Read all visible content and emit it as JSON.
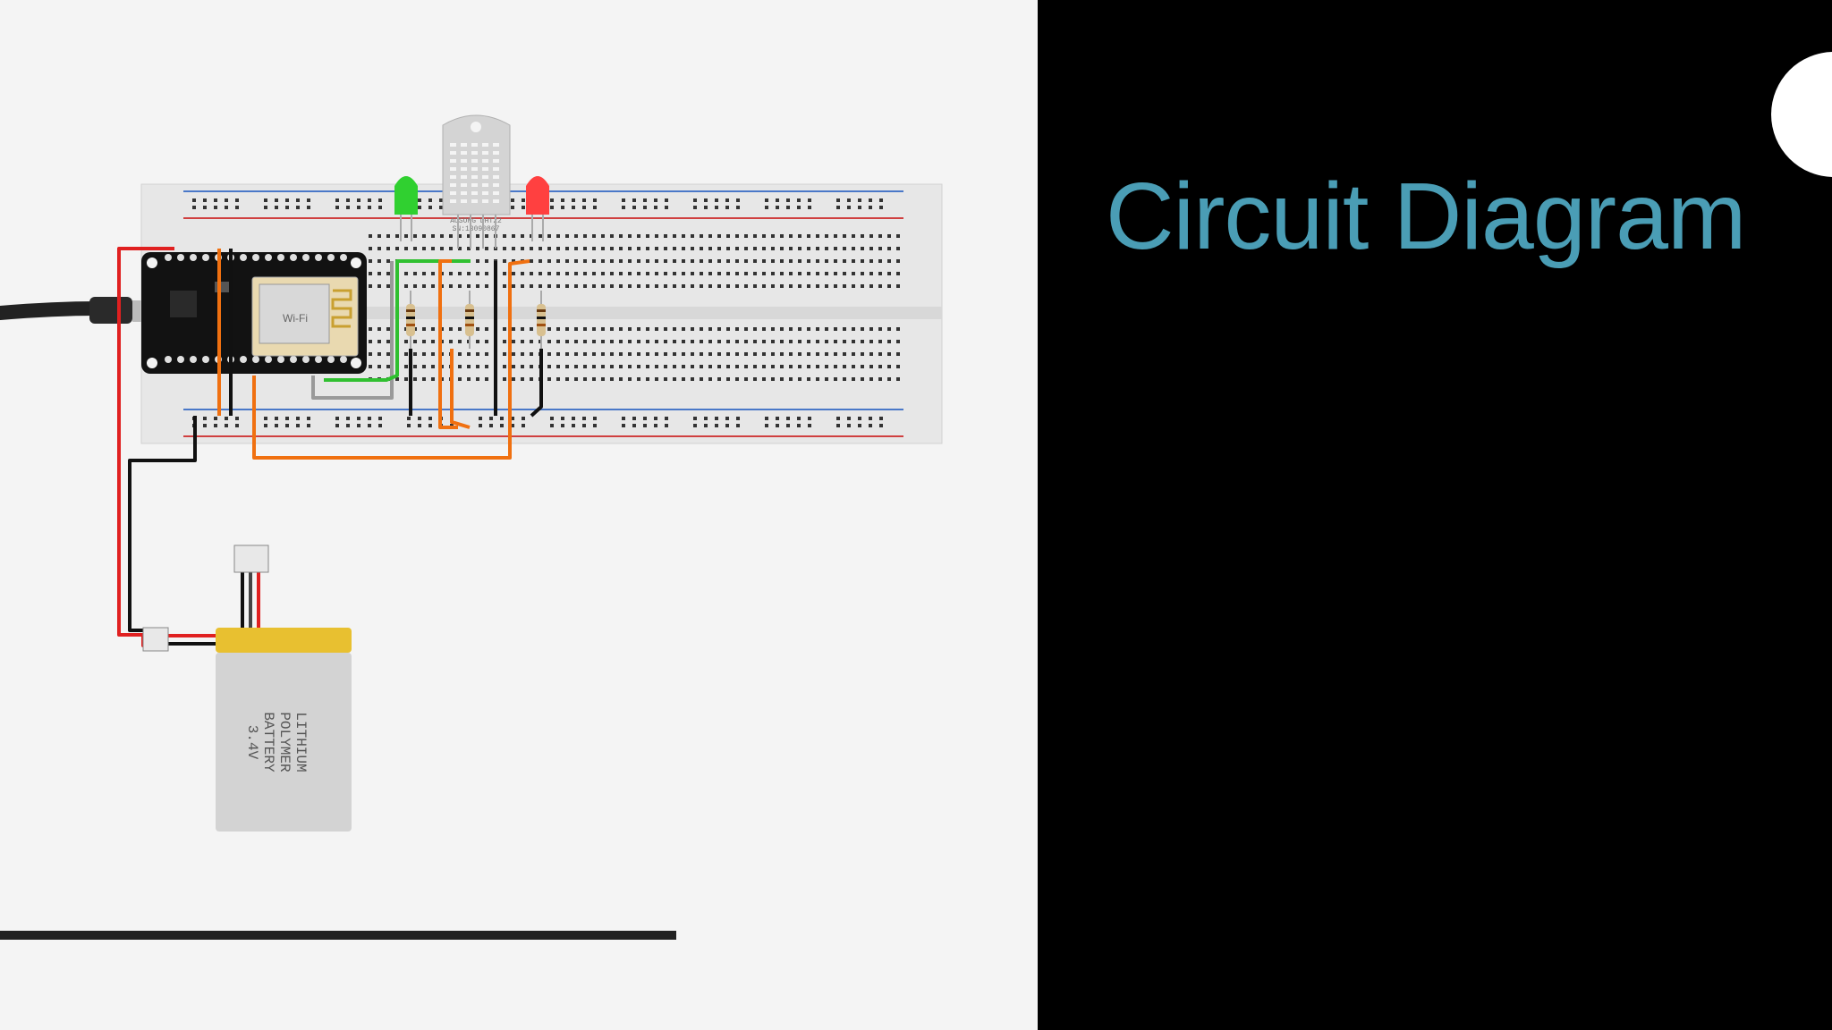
{
  "slide": {
    "title": "Circuit Diagram"
  },
  "colors": {
    "title": "#4a9db5",
    "wire_red": "#e02020",
    "wire_black": "#111111",
    "wire_orange": "#f07010",
    "wire_green": "#30c030",
    "wire_gray": "#9a9a9a",
    "led_green": "#30d030",
    "led_red": "#ff4040",
    "battery_cap": "#e8c030"
  },
  "components": {
    "sensor_label_line1": "AOSONG DHT22",
    "sensor_label_line2": "SN:13090867",
    "wifi_module_label": "Wi-Fi",
    "battery_label": [
      "LITHIUM",
      "POLYMER",
      "BATTERY",
      "3.4V"
    ]
  }
}
